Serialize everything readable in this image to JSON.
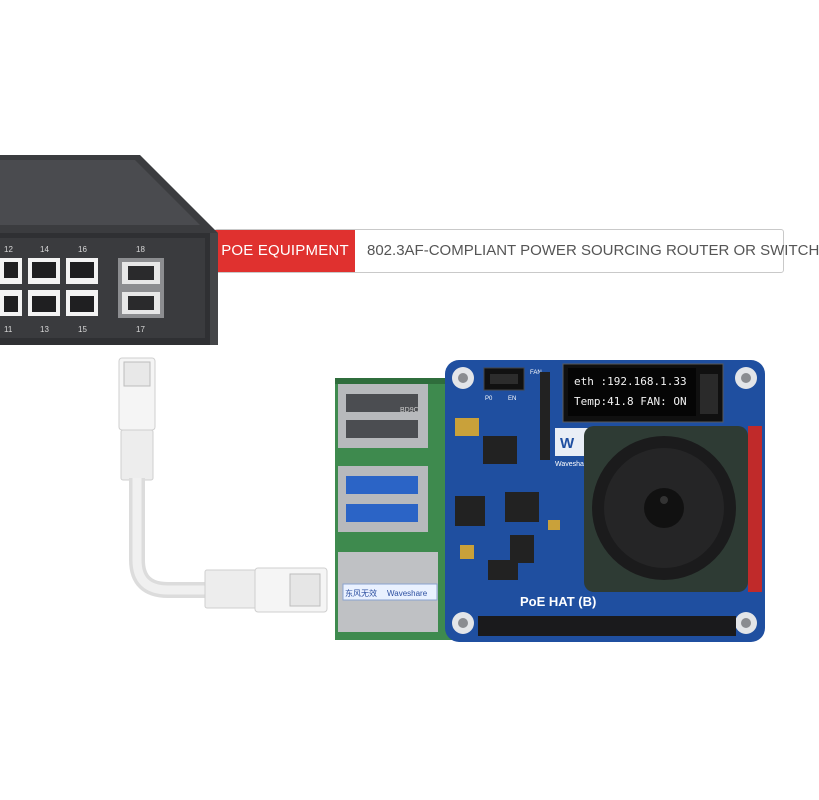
{
  "callout": {
    "tag": "POE EQUIPMENT",
    "description": "802.3AF-COMPLIANT POWER SOURCING ROUTER OR SWITCH"
  },
  "switch": {
    "port_numbers_top": [
      "12",
      "14",
      "16",
      "18"
    ],
    "port_numbers_bottom": [
      "11",
      "13",
      "15",
      "17"
    ]
  },
  "oled": {
    "line1": "eth :192.168.1.33",
    "line2": "Temp:41.8  FAN: ON"
  },
  "hat": {
    "label": "PoE HAT (B)",
    "brand": "Waveshare",
    "fan_label": "FAN",
    "switch_labels": [
      "P0",
      "EN"
    ]
  },
  "pi": {
    "usb_label": "BD9C",
    "eth_sticker": [
      "东风无效",
      "Waveshare"
    ]
  },
  "colors": {
    "accent": "#e0312f",
    "hat_blue": "#1f4fa0",
    "pi_green": "#3e8a4e"
  }
}
